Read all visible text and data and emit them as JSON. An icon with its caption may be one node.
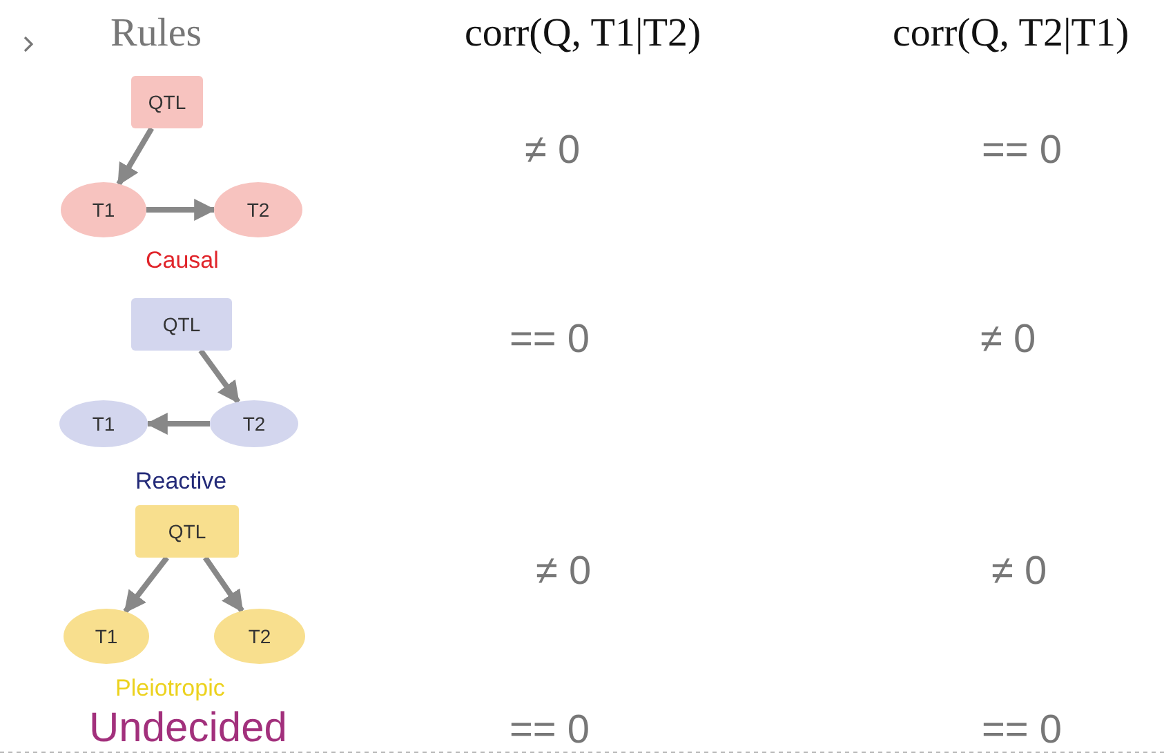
{
  "diagram": {
    "nodes": [
      {
        "text": [
          "QTL"
        ]
      },
      {
        "text": [
          "T1"
        ]
      },
      {
        "text": [
          "T2"
        ]
      },
      {
        "text": [
          "QTL"
        ]
      },
      {
        "text": [
          "T1"
        ]
      },
      {
        "text": [
          "T2"
        ]
      },
      {
        "text": [
          "QTL"
        ]
      },
      {
        "text": [
          "T1"
        ]
      },
      {
        "text": [
          "T2"
        ]
      }
    ],
    "edges": [
      {
        "from": 0,
        "to": 1,
        "arrow": "to"
      },
      {
        "from": 1,
        "to": 2,
        "arrow": "to"
      },
      {
        "from": 3,
        "to": 5,
        "arrow": "to"
      },
      {
        "from": 5,
        "to": 4,
        "arrow": "to"
      },
      {
        "from": 6,
        "to": 7,
        "arrow": "to"
      },
      {
        "from": 6,
        "to": 8,
        "arrow": "to"
      }
    ],
    "labels": [
      "Rules",
      "corr(Q, T1|T2)",
      "corr(Q, T2|T1)",
      "≠ 0",
      "== 0",
      "Causal",
      "== 0",
      "≠ 0",
      "Reactive",
      "≠ 0",
      "≠ 0",
      "Pleiotropic",
      "Undecided",
      "== 0",
      "== 0"
    ]
  }
}
